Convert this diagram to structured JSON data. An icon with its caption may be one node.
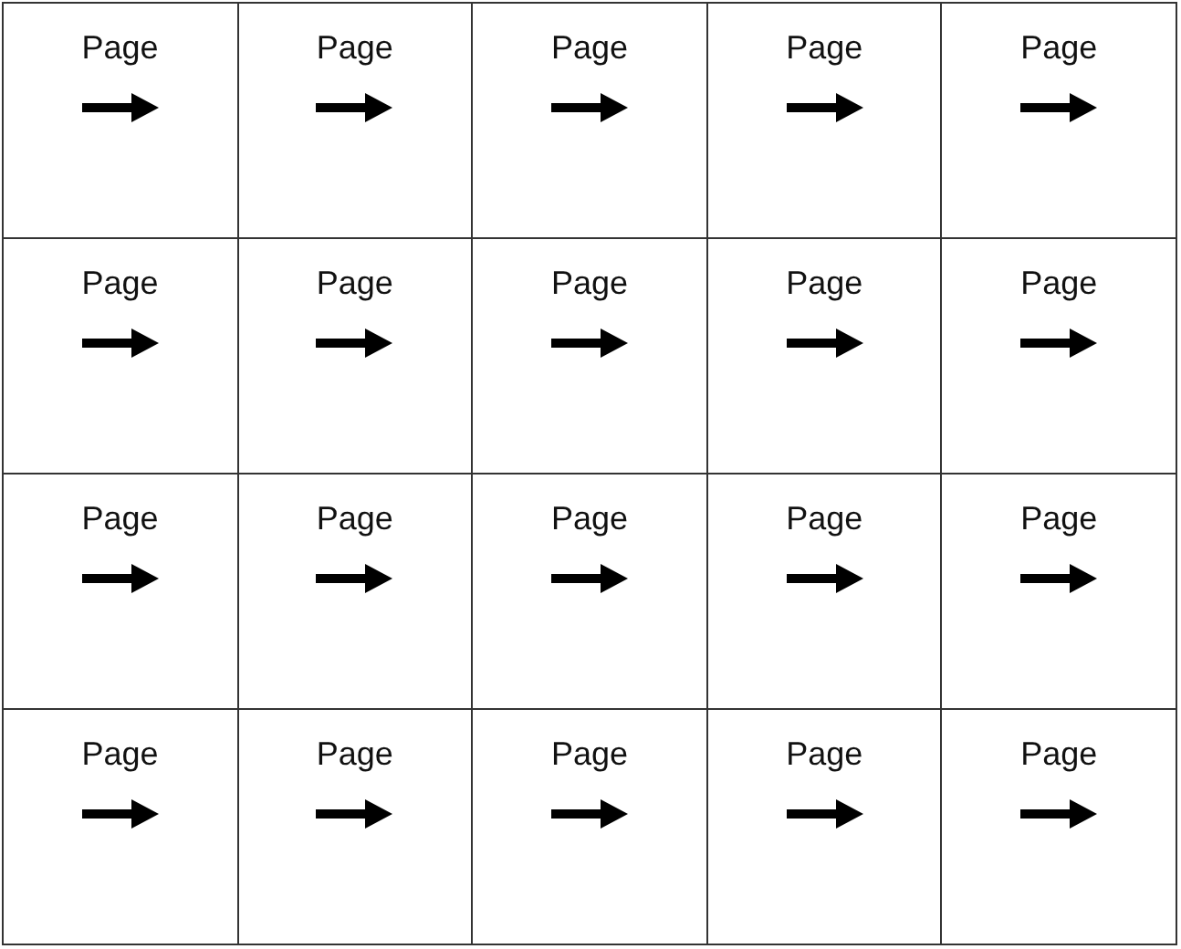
{
  "diagram": {
    "nodes": [
      {
        "text": [
          "Page"
        ]
      },
      {
        "text": [
          "Page"
        ]
      },
      {
        "text": [
          "Page"
        ]
      },
      {
        "text": [
          "Page"
        ]
      },
      {
        "text": [
          "Page"
        ]
      },
      {
        "text": [
          "Page"
        ]
      },
      {
        "text": [
          "Page"
        ]
      },
      {
        "text": [
          "Page"
        ]
      },
      {
        "text": [
          "Page"
        ]
      },
      {
        "text": [
          "Page"
        ]
      },
      {
        "text": [
          "Page"
        ]
      },
      {
        "text": [
          "Page"
        ]
      },
      {
        "text": [
          "Page"
        ]
      },
      {
        "text": [
          "Page"
        ]
      },
      {
        "text": [
          "Page"
        ]
      },
      {
        "text": [
          "Page"
        ]
      },
      {
        "text": [
          "Page"
        ]
      },
      {
        "text": [
          "Page"
        ]
      },
      {
        "text": [
          "Page"
        ]
      },
      {
        "text": [
          "Page"
        ]
      }
    ]
  }
}
